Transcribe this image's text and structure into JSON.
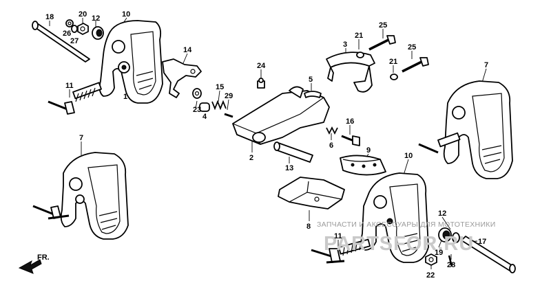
{
  "callouts": [
    {
      "id": "18",
      "text": "18"
    },
    {
      "id": "20",
      "text": "20"
    },
    {
      "id": "12a",
      "text": "12"
    },
    {
      "id": "26",
      "text": "26"
    },
    {
      "id": "27",
      "text": "27"
    },
    {
      "id": "10a",
      "text": "10"
    },
    {
      "id": "14",
      "text": "14"
    },
    {
      "id": "11a",
      "text": "11"
    },
    {
      "id": "1",
      "text": "1"
    },
    {
      "id": "24",
      "text": "24"
    },
    {
      "id": "5",
      "text": "5"
    },
    {
      "id": "3",
      "text": "3"
    },
    {
      "id": "21a",
      "text": "21"
    },
    {
      "id": "25a",
      "text": "25"
    },
    {
      "id": "21b",
      "text": "21"
    },
    {
      "id": "25b",
      "text": "25"
    },
    {
      "id": "7a",
      "text": "7"
    },
    {
      "id": "15",
      "text": "15"
    },
    {
      "id": "29",
      "text": "29"
    },
    {
      "id": "23",
      "text": "23"
    },
    {
      "id": "4",
      "text": "4"
    },
    {
      "id": "16",
      "text": "16"
    },
    {
      "id": "6",
      "text": "6"
    },
    {
      "id": "7b",
      "text": "7"
    },
    {
      "id": "9",
      "text": "9"
    },
    {
      "id": "2",
      "text": "2"
    },
    {
      "id": "13",
      "text": "13"
    },
    {
      "id": "10b",
      "text": "10"
    },
    {
      "id": "8",
      "text": "8"
    },
    {
      "id": "12b",
      "text": "12"
    },
    {
      "id": "11b",
      "text": "11"
    },
    {
      "id": "19",
      "text": "19"
    },
    {
      "id": "17",
      "text": "17"
    },
    {
      "id": "28",
      "text": "28"
    },
    {
      "id": "22",
      "text": "22"
    }
  ],
  "direction_label": "FR.",
  "watermark": {
    "line1": "ЗАПЧАСТИ И АКСЕССУАРЫ ДЛЯ МОТОТЕХНИКИ",
    "line2": "PARTSFOR.RU"
  }
}
